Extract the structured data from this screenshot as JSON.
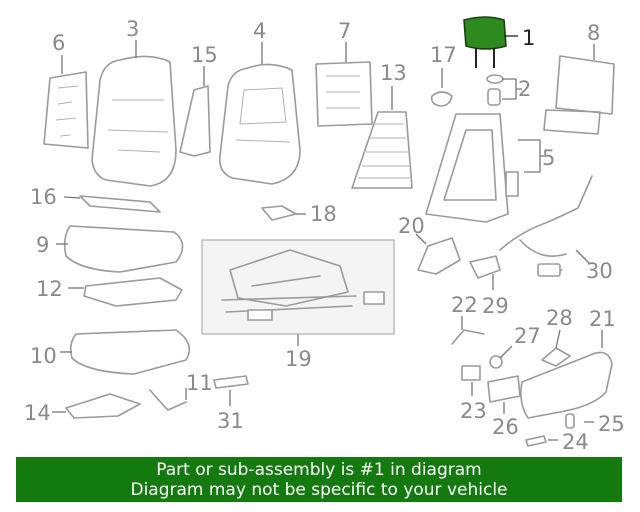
{
  "diagram": {
    "highlight_color": "#2e8a1e",
    "callouts": {
      "c1": "1",
      "c2": "2",
      "c3": "3",
      "c4": "4",
      "c5": "5",
      "c6": "6",
      "c7": "7",
      "c8": "8",
      "c9": "9",
      "c10": "10",
      "c11": "11",
      "c12": "12",
      "c13": "13",
      "c14": "14",
      "c15": "15",
      "c16": "16",
      "c17": "17",
      "c18": "18",
      "c19": "19",
      "c20": "20",
      "c21": "21",
      "c22": "22",
      "c23": "23",
      "c24": "24",
      "c25": "25",
      "c26": "26",
      "c27": "27",
      "c28": "28",
      "c29": "29",
      "c30": "30",
      "c31": "31"
    }
  },
  "banner": {
    "line1": "Part or sub-assembly is #1 in diagram",
    "line2": "Diagram may not be specific to your vehicle",
    "background": "#147a10"
  }
}
